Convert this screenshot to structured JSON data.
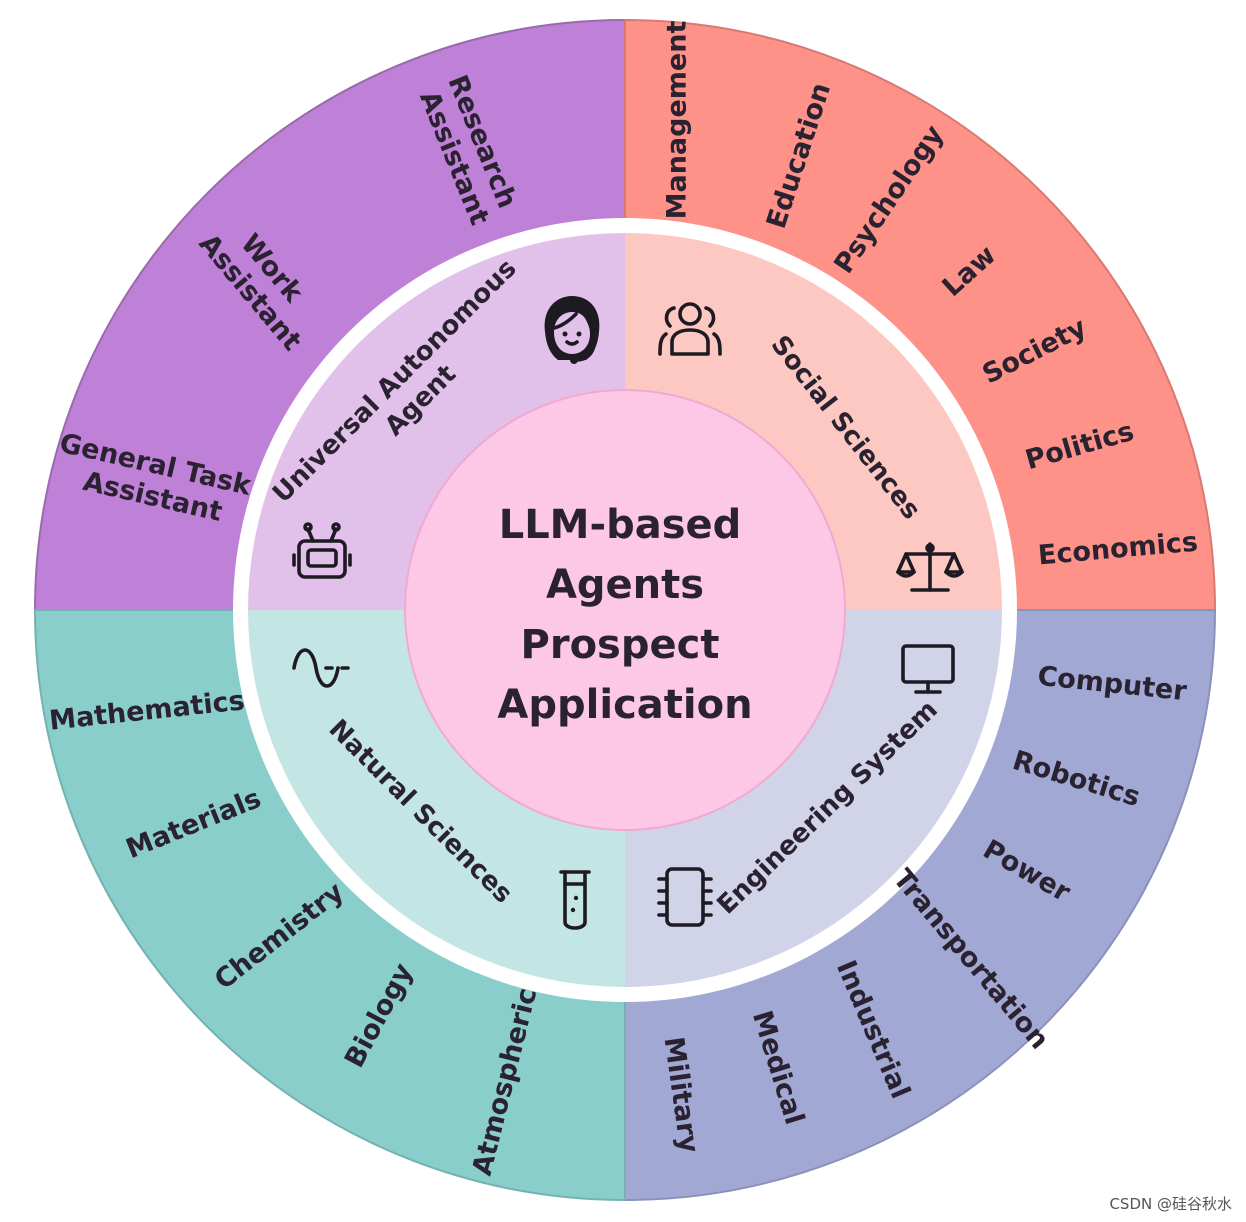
{
  "center": {
    "lines": [
      "LLM-based",
      "Agents",
      "Prospect",
      "Application"
    ]
  },
  "quadrants": [
    {
      "id": "universal",
      "title_lines": [
        "Universal Autonomous",
        "Agent"
      ],
      "outer_color": "#bf80d8",
      "inner_color": "#e1c0e9",
      "icons": [
        "headset-agent-icon",
        "robot-icon"
      ],
      "items": [
        "Research Assistant",
        "Work Assistant",
        "General Task Assistant"
      ],
      "item_lines": [
        [
          "Research",
          "Assistant"
        ],
        [
          "Work",
          "Assistant"
        ],
        [
          "General Task",
          "Assistant"
        ]
      ]
    },
    {
      "id": "social",
      "title_lines": [
        "Social Sciences"
      ],
      "outer_color": "#fe9288",
      "inner_color": "#fec8c2",
      "icons": [
        "people-icon",
        "scales-icon"
      ],
      "items": [
        "Management",
        "Education",
        "Psychology",
        "Law",
        "Society",
        "Politics",
        "Economics"
      ]
    },
    {
      "id": "engineering",
      "title_lines": [
        "Engineering System"
      ],
      "outer_color": "#a1a8d3",
      "inner_color": "#d1d4e9",
      "icons": [
        "monitor-icon",
        "chip-icon"
      ],
      "items": [
        "Computer",
        "Robotics",
        "Power",
        "Transportation",
        "Industrial",
        "Medical",
        "Military"
      ]
    },
    {
      "id": "natural",
      "title_lines": [
        "Natural Sciences"
      ],
      "outer_color": "#89cecb",
      "inner_color": "#c3e6e5",
      "icons": [
        "sine-wave-icon",
        "test-tube-icon"
      ],
      "items": [
        "Mathematics",
        "Materials",
        "Chemistry",
        "Biology",
        "Atmospheric"
      ]
    }
  ],
  "center_color": "#fdc7e6",
  "watermark": "CSDN @硅谷秋水"
}
